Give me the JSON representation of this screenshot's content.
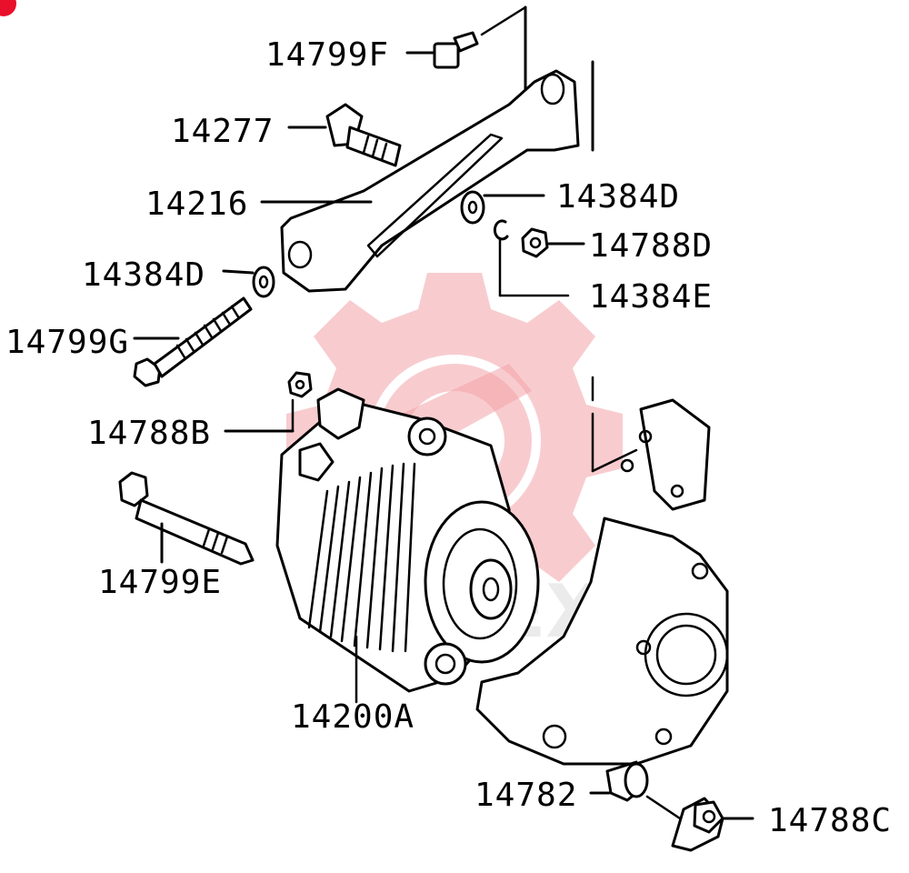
{
  "watermark": {
    "text": "FLEX",
    "color": "#f3a3a8"
  },
  "corner_badge": {
    "color": "#e8102a"
  },
  "callouts": [
    {
      "id": "14799F",
      "label": "14799F"
    },
    {
      "id": "14277",
      "label": "14277"
    },
    {
      "id": "14216",
      "label": "14216"
    },
    {
      "id": "14384D-top",
      "label": "14384D"
    },
    {
      "id": "14788D",
      "label": "14788D"
    },
    {
      "id": "14384E",
      "label": "14384E"
    },
    {
      "id": "14384D-left",
      "label": "14384D"
    },
    {
      "id": "14799G",
      "label": "14799G"
    },
    {
      "id": "14788B",
      "label": "14788B"
    },
    {
      "id": "14799E",
      "label": "14799E"
    },
    {
      "id": "14200A",
      "label": "14200A"
    },
    {
      "id": "14782",
      "label": "14782"
    },
    {
      "id": "14788C",
      "label": "14788C"
    }
  ]
}
